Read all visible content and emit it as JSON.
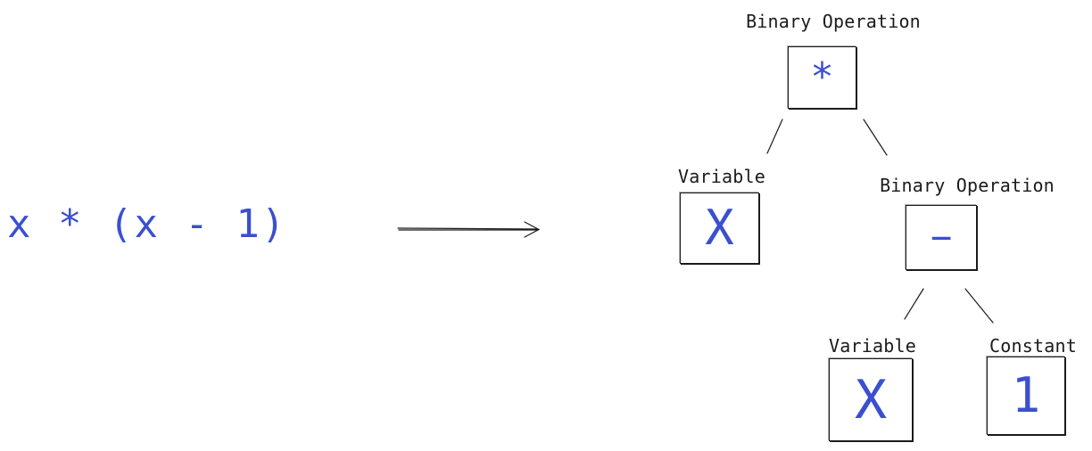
{
  "expression": "x * (x - 1)",
  "colors": {
    "ink": "#1b1b1b",
    "accent": "#3b4fd0",
    "background": "#ffffff"
  },
  "tree": {
    "root": {
      "label": "Binary Operation",
      "symbol": "*"
    },
    "left": {
      "label": "Variable",
      "symbol": "X"
    },
    "right": {
      "label": "Binary Operation",
      "symbol": "−"
    },
    "right_left": {
      "label": "Variable",
      "symbol": "X"
    },
    "right_right": {
      "label": "Constant",
      "symbol": "1"
    }
  }
}
